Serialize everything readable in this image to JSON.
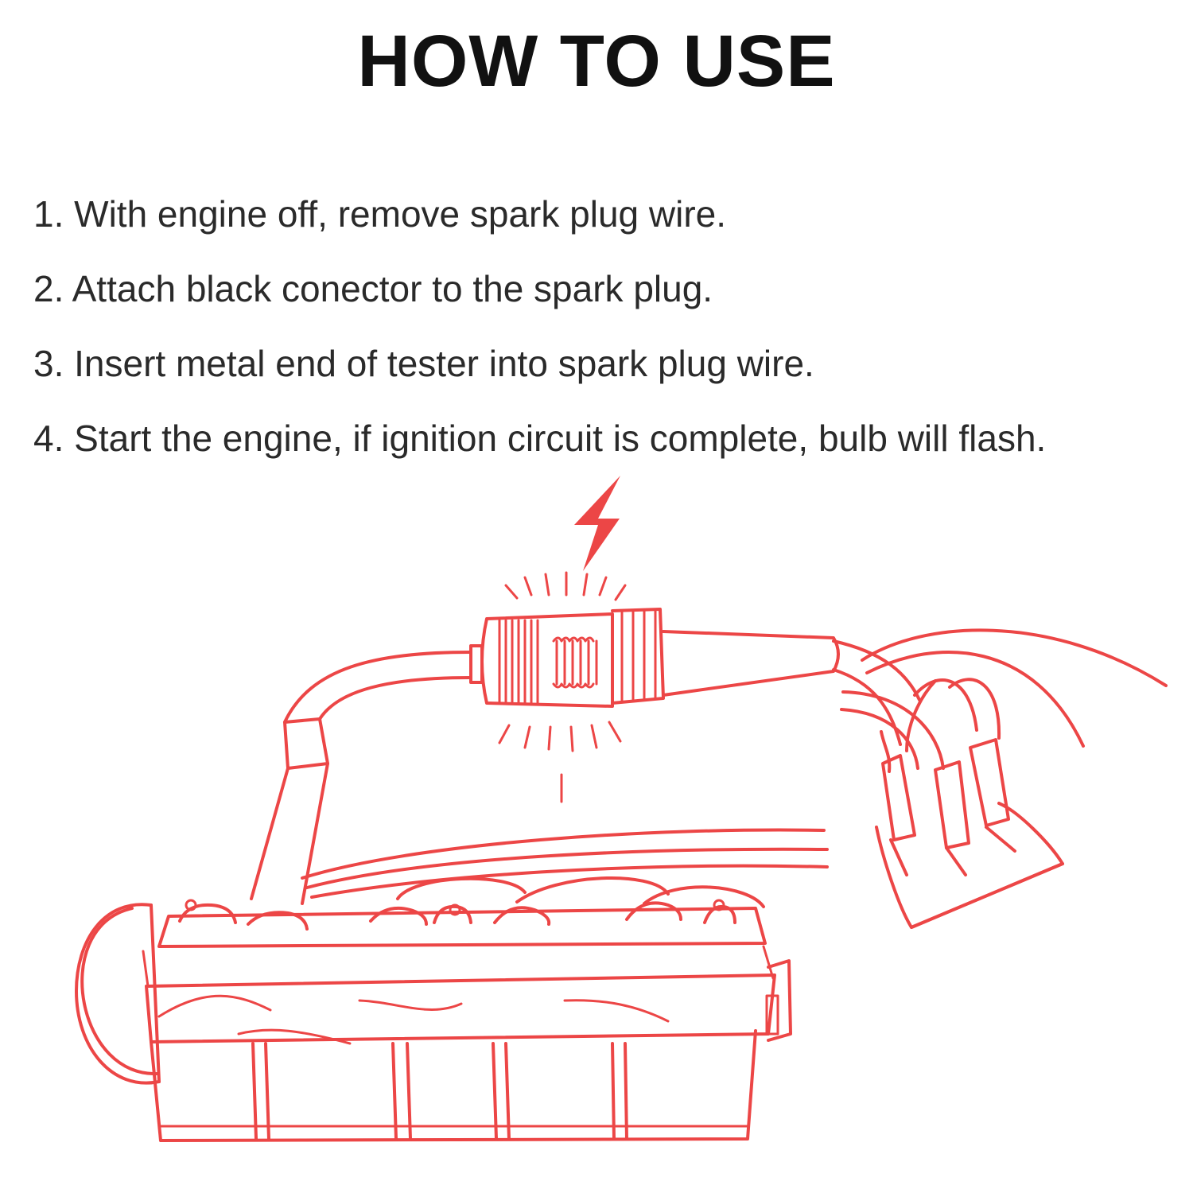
{
  "header": {
    "title": "HOW TO USE"
  },
  "steps": [
    {
      "number": "1.",
      "text": "With engine off, remove spark plug wire."
    },
    {
      "number": "2.",
      "text": "Attach black conector to the spark plug."
    },
    {
      "number": "3.",
      "text": "Insert metal end of tester into spark plug wire."
    },
    {
      "number": "4.",
      "text": "Start the engine, if ignition circuit is complete, bulb will flash."
    }
  ],
  "illustration": {
    "line_color": "#ec4646",
    "icons": [
      "lightning-bolt-icon",
      "spark-tester-icon",
      "engine-block-icon",
      "distributor-cap-icon"
    ]
  }
}
